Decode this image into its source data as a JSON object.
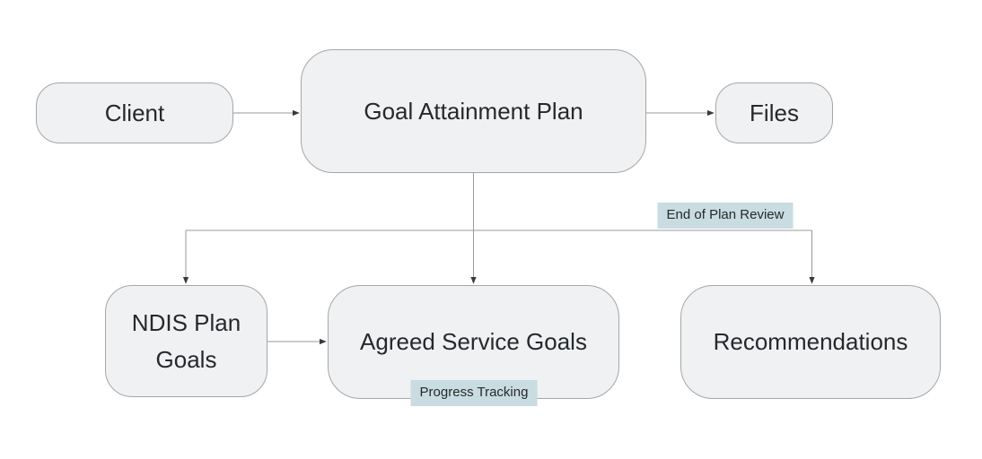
{
  "diagram": {
    "type": "flowchart",
    "direction": "top-down",
    "nodes": {
      "client": {
        "label": "Client"
      },
      "goal_attainment_plan": {
        "label": "Goal Attainment Plan"
      },
      "files": {
        "label": "Files"
      },
      "ndis_plan_goals": {
        "label": "NDIS Plan Goals"
      },
      "agreed_service_goals": {
        "label": "Agreed Service Goals"
      },
      "recommendations": {
        "label": "Recommendations"
      }
    },
    "edges": [
      {
        "from": "Client",
        "to": "Goal Attainment Plan",
        "label": ""
      },
      {
        "from": "Goal Attainment Plan",
        "to": "Files",
        "label": ""
      },
      {
        "from": "Goal Attainment Plan",
        "to": "NDIS Plan Goals",
        "label": ""
      },
      {
        "from": "Goal Attainment Plan",
        "to": "Agreed Service Goals",
        "label": ""
      },
      {
        "from": "Goal Attainment Plan",
        "to": "Recommendations",
        "label": "End of Plan Review"
      },
      {
        "from": "NDIS Plan Goals",
        "to": "Agreed Service Goals",
        "label": ""
      }
    ],
    "labels": {
      "end_of_plan_review": "End of Plan Review",
      "progress_tracking": "Progress Tracking"
    },
    "colors": {
      "node_fill": "#f0f1f3",
      "node_border": "#a6a6a6",
      "edge_line": "#999999",
      "arrowhead": "#3a3a3a",
      "edge_label_bg": "#c9dce1",
      "text": "#26292c"
    }
  }
}
